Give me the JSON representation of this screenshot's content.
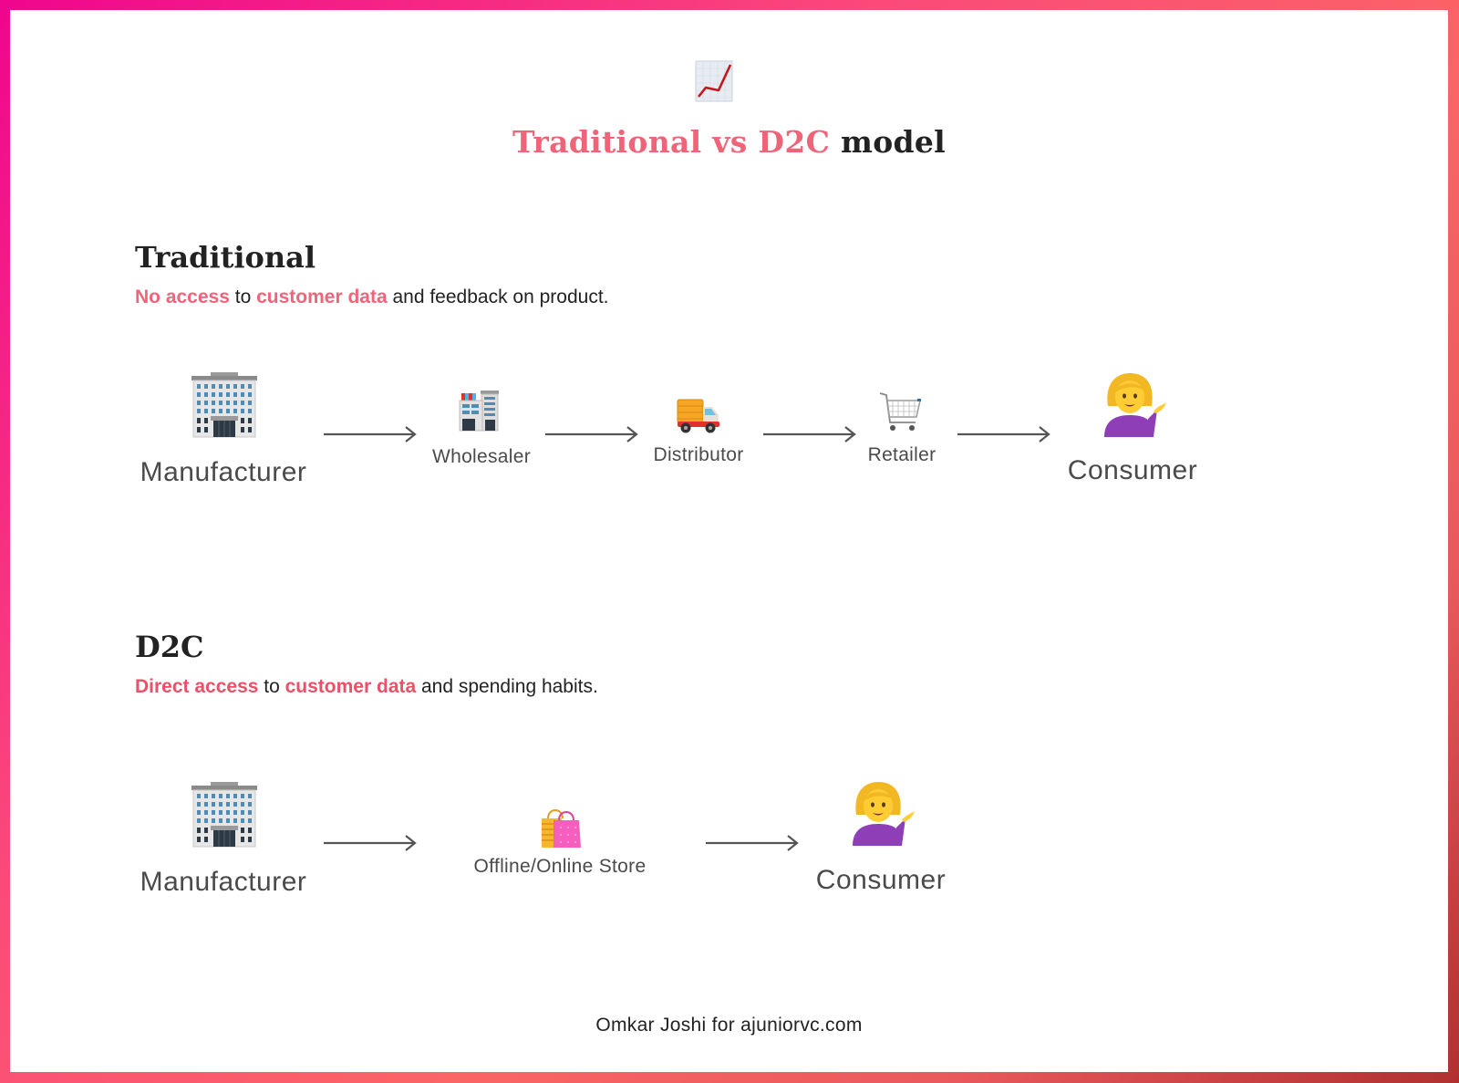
{
  "header": {
    "icon": "chart-increasing-icon",
    "title_highlight": "Traditional vs D2C",
    "title_rest": " model"
  },
  "colors": {
    "accent": "#f0647a",
    "text": "#222222",
    "label": "#4a4a4a",
    "border_gradient": [
      "#f0058e",
      "#fb6565",
      "#b03030"
    ]
  },
  "traditional": {
    "heading": "Traditional",
    "desc_parts": [
      {
        "text": "No access",
        "highlight": true
      },
      {
        "text": " to ",
        "highlight": false
      },
      {
        "text": "customer data",
        "highlight": true
      },
      {
        "text": " and feedback on product.",
        "highlight": false
      }
    ],
    "nodes": [
      {
        "label": "Manufacturer",
        "icon": "office-building-icon"
      },
      {
        "label": "Wholesaler",
        "icon": "department-store-icon"
      },
      {
        "label": "Distributor",
        "icon": "delivery-truck-icon"
      },
      {
        "label": "Retailer",
        "icon": "shopping-cart-icon"
      },
      {
        "label": "Consumer",
        "icon": "person-tipping-hand-icon"
      }
    ]
  },
  "d2c": {
    "heading": "D2C",
    "desc_parts": [
      {
        "text": "Direct access",
        "highlight": true
      },
      {
        "text": " to ",
        "highlight": false
      },
      {
        "text": "customer data",
        "highlight": true
      },
      {
        "text": " and spending habits.",
        "highlight": false
      }
    ],
    "nodes": [
      {
        "label": "Manufacturer",
        "icon": "office-building-icon"
      },
      {
        "label": "Offline/Online Store",
        "icon": "shopping-bags-icon"
      },
      {
        "label": "Consumer",
        "icon": "person-tipping-hand-icon"
      }
    ]
  },
  "footer": {
    "credit": "Omkar Joshi for ajuniorvc.com"
  }
}
